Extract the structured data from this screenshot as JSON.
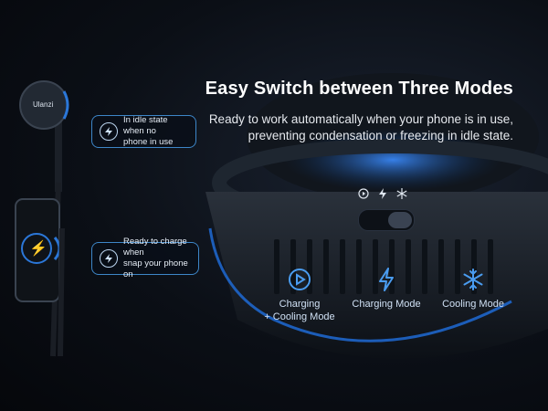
{
  "headline": "Easy Switch between Three Modes",
  "subline": "Ready to work automatically when your phone is in use, preventing condensation or freezing in idle state.",
  "callouts": [
    {
      "text": "In idle state when no\nphone in use",
      "icon": "lightning-icon"
    },
    {
      "text": "Ready to charge when\nsnap your phone on",
      "icon": "lightning-icon"
    }
  ],
  "device": {
    "brand": "Ulanzi",
    "top_icons": [
      "play-circle-icon",
      "lightning-icon",
      "snowflake-icon"
    ]
  },
  "modes": [
    {
      "label": "Charging\n+ Cooling Mode",
      "icon": "play-circle-icon"
    },
    {
      "label": "Charging Mode",
      "icon": "lightning-icon"
    },
    {
      "label": "Cooling Mode",
      "icon": "snowflake-icon"
    }
  ],
  "colors": {
    "accent": "#4a9cf0",
    "glow": "#1f6fe0",
    "text": "#ffffff"
  }
}
